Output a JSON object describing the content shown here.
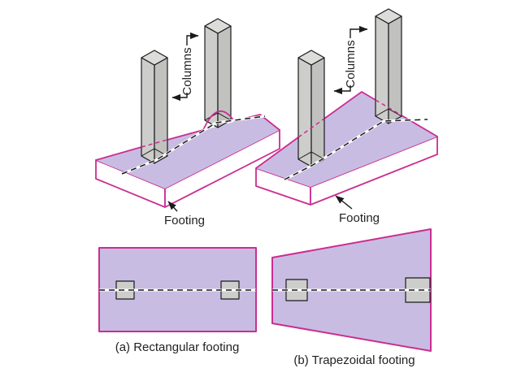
{
  "figure": {
    "labels": {
      "columns": "Columns",
      "footing": "Footing"
    },
    "captions": {
      "a": "(a) Rectangular footing",
      "b": "(b) Trapezoidal footing"
    },
    "colors": {
      "outline": "#cb2d92",
      "footing_fill": "#c9bce3",
      "face_white": "#ffffff",
      "column_side": "#cdcdcb",
      "column_side_dark": "#c1c1bf",
      "column_top": "#dcdcda",
      "line": "#1a1a1a",
      "text": "#231f20",
      "background": "#ffffff"
    }
  }
}
